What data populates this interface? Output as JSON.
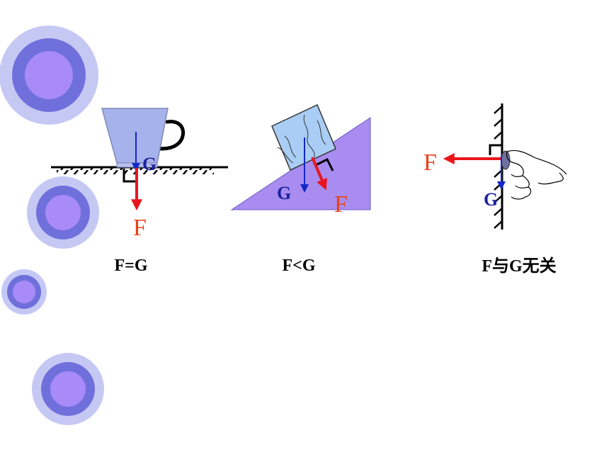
{
  "colors": {
    "force": "#e8161c",
    "gravity": "#1428c8",
    "f_label": "#e8421a",
    "g_label": "#1a22a0",
    "cup": "#a6b2ec",
    "incline": "#a98cf0",
    "ice": "#a9cdf4",
    "circle_outer": "#c6c8f4",
    "circle_mid": "#6f70dc",
    "circle_inner": "#a88af8"
  },
  "icons": [
    "decorative-circle",
    "coffee-cup",
    "incline-block",
    "hand-press"
  ],
  "diagrams": [
    {
      "id": "horizontal",
      "force_label": "F",
      "gravity_label": "G",
      "caption": "F=G"
    },
    {
      "id": "incline",
      "force_label": "F",
      "gravity_label": "G",
      "caption": "F<G"
    },
    {
      "id": "wall",
      "force_label": "F",
      "gravity_label": "G",
      "caption": "F与G无关"
    }
  ]
}
